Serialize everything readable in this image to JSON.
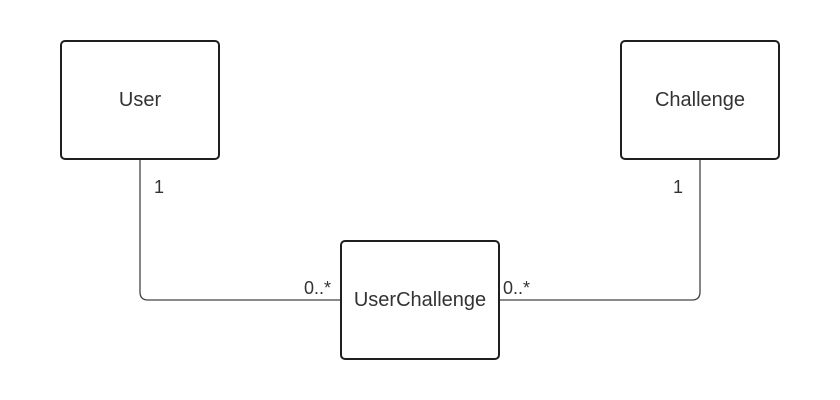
{
  "entities": {
    "user": {
      "label": "User"
    },
    "challenge": {
      "label": "Challenge"
    },
    "user_challenge": {
      "label": "UserChallenge"
    }
  },
  "relationships": [
    {
      "from": "User",
      "to": "UserChallenge",
      "from_multiplicity": "1",
      "to_multiplicity": "0..*"
    },
    {
      "from": "Challenge",
      "to": "UserChallenge",
      "from_multiplicity": "1",
      "to_multiplicity": "0..*"
    }
  ],
  "colors": {
    "border": "#1f1f1f",
    "line": "#444444",
    "text": "#333333",
    "background": "#ffffff"
  }
}
